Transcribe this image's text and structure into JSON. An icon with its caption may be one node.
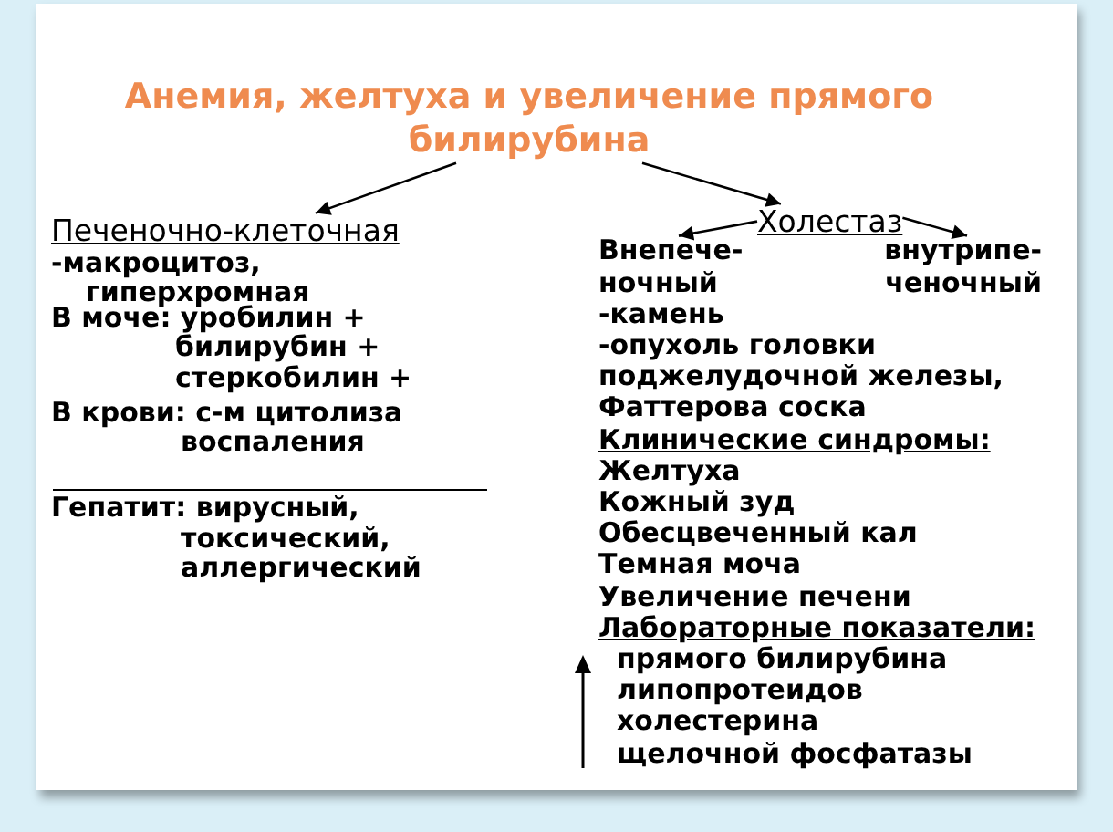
{
  "diagram": {
    "nodes": [
      {
        "text": [
          "Анемия, желтуха и увеличение прямого билирубина"
        ]
      },
      {
        "text": [
          "Печеночно-клеточная"
        ]
      },
      {
        "text": [
          "Холестаз"
        ]
      },
      {
        "text": [
          "Внепече- ночный"
        ]
      },
      {
        "text": [
          "внутрипе- ченочный"
        ]
      }
    ],
    "edges": [
      {
        "from": 0,
        "to": 1,
        "arrow": "to"
      },
      {
        "from": 0,
        "to": 2,
        "arrow": "to"
      },
      {
        "from": 2,
        "to": 3,
        "arrow": "to"
      },
      {
        "from": 2,
        "to": 4,
        "arrow": "to"
      }
    ],
    "labels": [
      "-макроцитоз, гиперхромная",
      "В моче: уробилин + билирубин + стеркобилин +",
      "В крови: с-м цитолиза воспаления",
      "Гепатит: вирусный, токсический, аллергический",
      "-камень",
      "-опухоль головки поджелудочной железы, Фаттерова соска",
      "Клинические синдромы:",
      "Желтуха",
      "Кожный зуд",
      "Обесцвеченный кал",
      "Темная моча",
      "Увеличение печени",
      "Лабораторные показатели:",
      "прямого билирубина",
      "липопротеидов",
      "холестерина",
      "щелочной фосфатазы"
    ]
  }
}
